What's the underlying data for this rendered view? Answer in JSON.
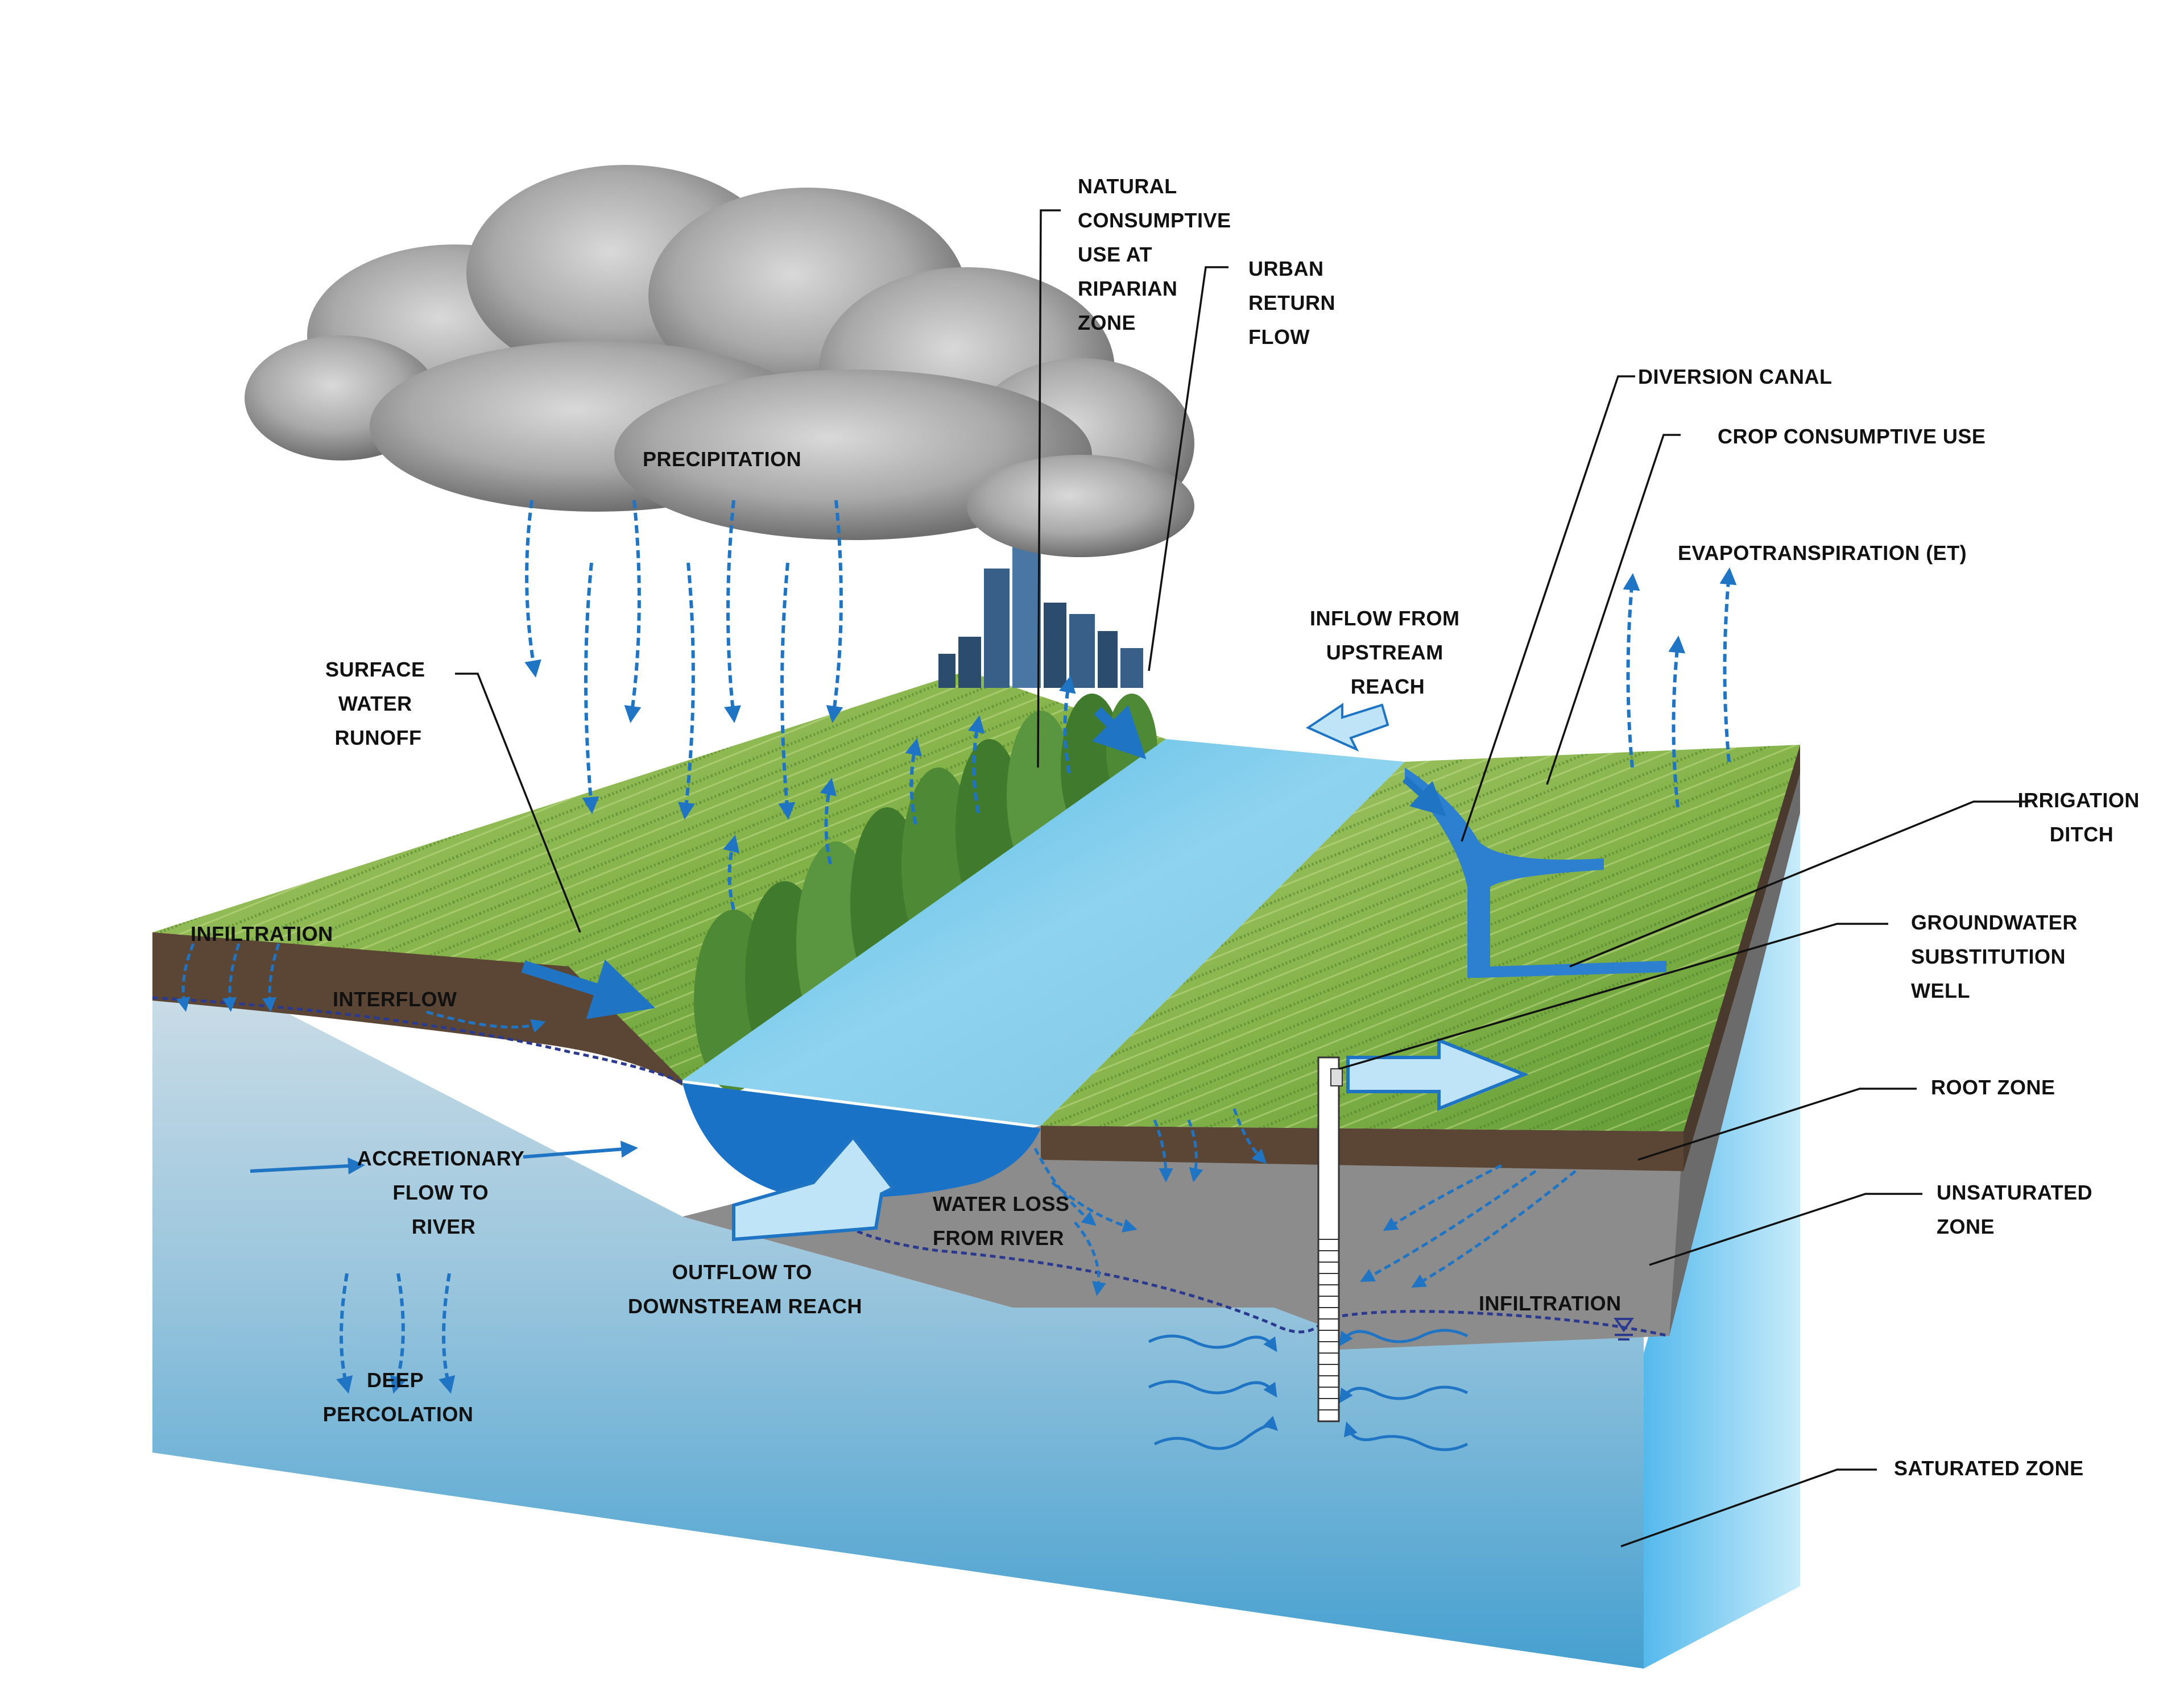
{
  "labels": {
    "precipitation": "PRECIPITATION",
    "natural_consumptive": [
      "NATURAL",
      "CONSUMPTIVE",
      "USE AT",
      "RIPARIAN",
      "ZONE"
    ],
    "urban_return": [
      "URBAN",
      "RETURN",
      "FLOW"
    ],
    "diversion_canal": "DIVERSION CANAL",
    "crop_consumptive": "CROP CONSUMPTIVE USE",
    "evapotranspiration": "EVAPOTRANSPIRATION (ET)",
    "inflow_upstream": [
      "INFLOW FROM",
      "UPSTREAM",
      "REACH"
    ],
    "surface_runoff": [
      "SURFACE",
      "WATER",
      "RUNOFF"
    ],
    "irrigation_ditch": [
      "IRRIGATION",
      "DITCH"
    ],
    "groundwater_well": [
      "GROUNDWATER",
      "SUBSTITUTION",
      "WELL"
    ],
    "root_zone": "ROOT ZONE",
    "unsaturated_zone": [
      "UNSATURATED",
      "ZONE"
    ],
    "infiltration_left": "INFILTRATION",
    "interflow": "INTERFLOW",
    "accretionary": [
      "ACCRETIONARY",
      "FLOW TO",
      "RIVER"
    ],
    "outflow_downstream": [
      "OUTFLOW TO",
      "DOWNSTREAM REACH"
    ],
    "water_loss": [
      "WATER LOSS",
      "FROM RIVER"
    ],
    "infiltration_right": "INFILTRATION",
    "deep_percolation": [
      "DEEP",
      "PERCOLATION"
    ],
    "saturated_zone": "SATURATED ZONE"
  },
  "colors": {
    "arrow_blue": "#1f74c4",
    "arrow_light": "#bfe4f8",
    "field_green": "#8fbd4f",
    "soil_brown": "#5b4636",
    "unsaturated_gray": "#8a8a8a",
    "saturated_top": "#c9dbe6",
    "saturated_bottom": "#4ba3d1",
    "river_blue": "#6cc2e6",
    "water_table": "#2b3a8f"
  },
  "icons": {
    "cloud": "cloud-icon",
    "city": "city-skyline-icon",
    "water_table": "water-table-symbol-icon",
    "well": "well-casing-icon"
  }
}
